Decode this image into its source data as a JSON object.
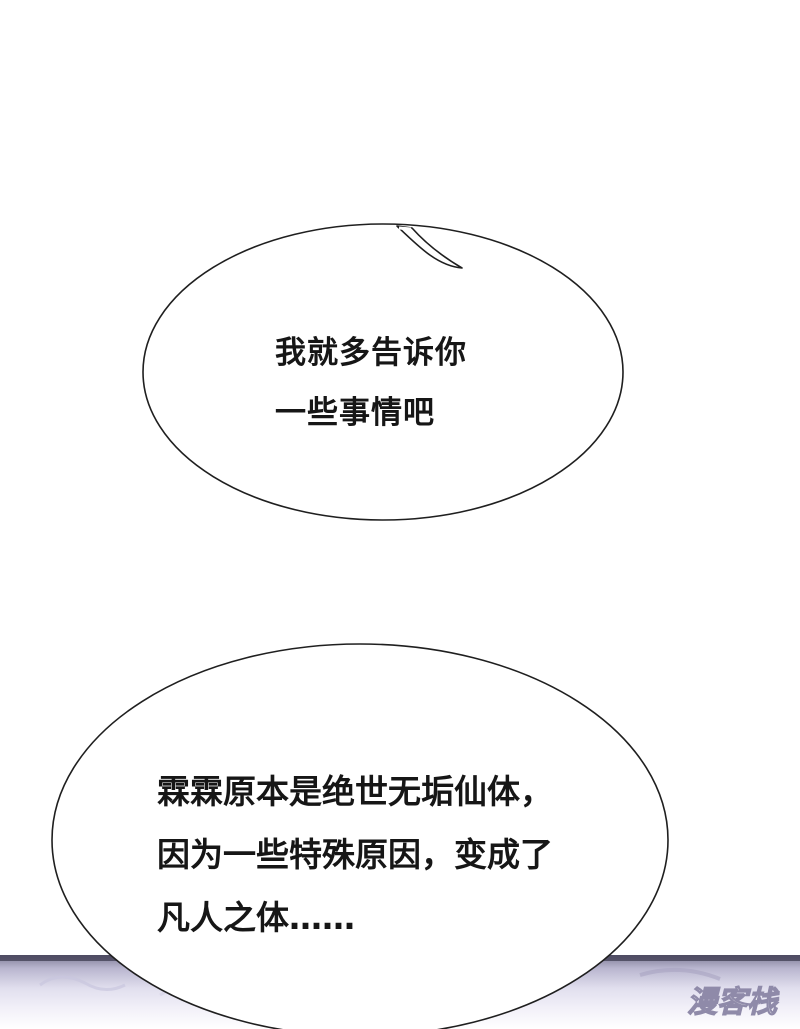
{
  "bubbles": [
    {
      "lines": [
        "我就多告诉你",
        "一些事情吧"
      ]
    },
    {
      "lines": [
        "霖霖原本是绝世无垢仙体，",
        "因为一些特殊原因，变成了",
        "凡人之体……"
      ]
    }
  ],
  "watermark": {
    "text": "漫客栈"
  },
  "colors": {
    "ink": "#161616",
    "scene_top": "#7d7a95",
    "scene_light": "#e1dfee"
  }
}
